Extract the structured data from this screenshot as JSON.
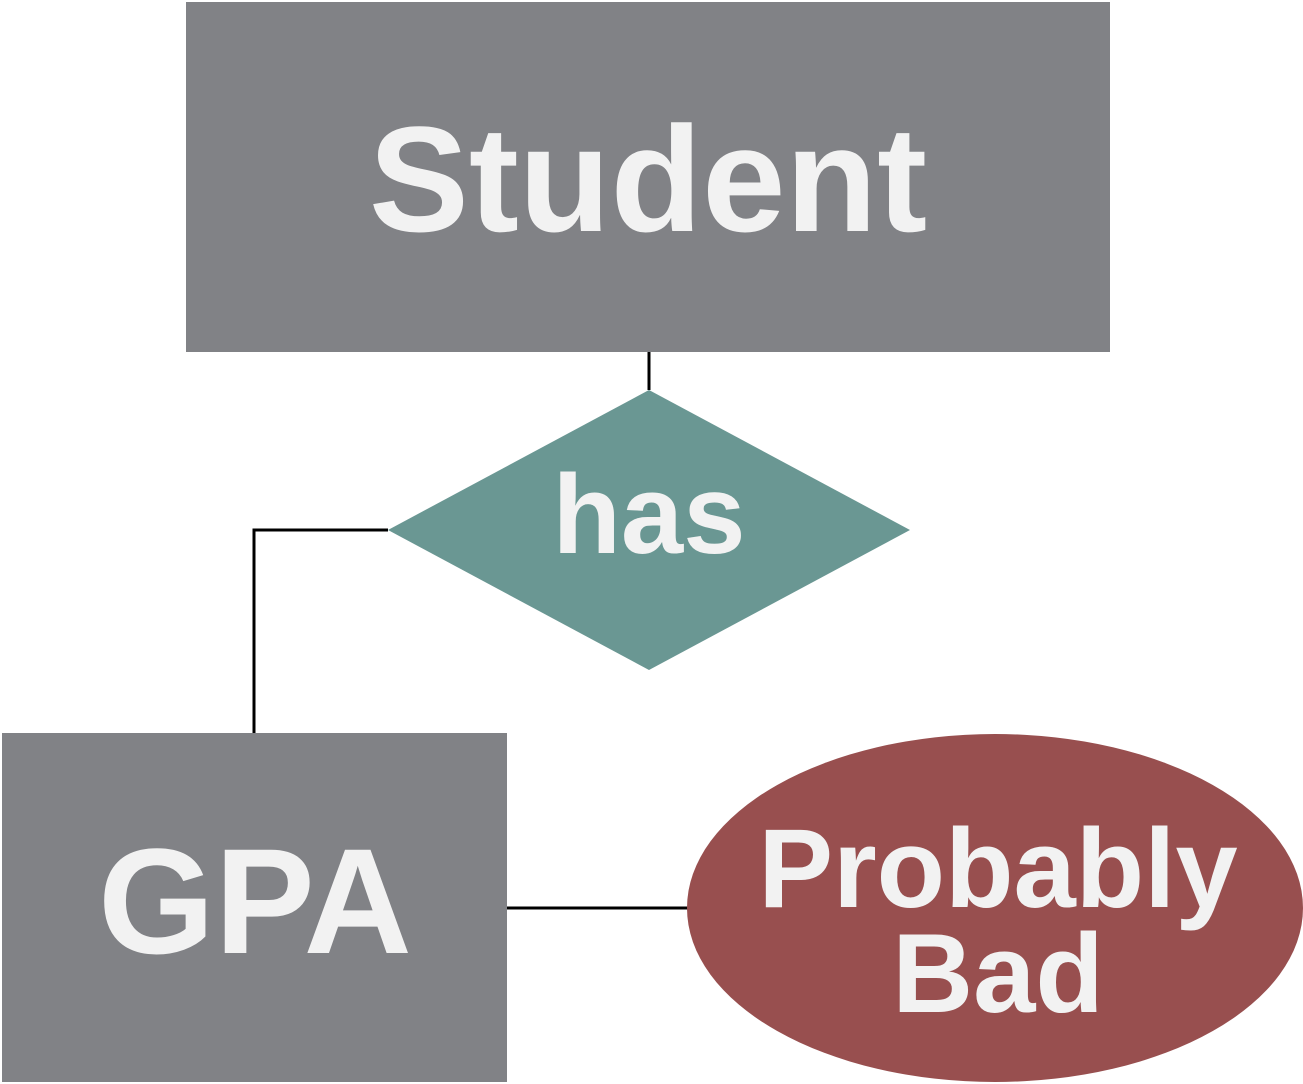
{
  "diagram": {
    "entity_top": {
      "label": "Student",
      "color": "#818286"
    },
    "relationship": {
      "label": "has",
      "color": "#6a9793"
    },
    "entity_bottom": {
      "label": "GPA",
      "color": "#818286"
    },
    "attribute": {
      "line1": "Probably",
      "line2": "Bad",
      "color": "#984f4f"
    }
  }
}
